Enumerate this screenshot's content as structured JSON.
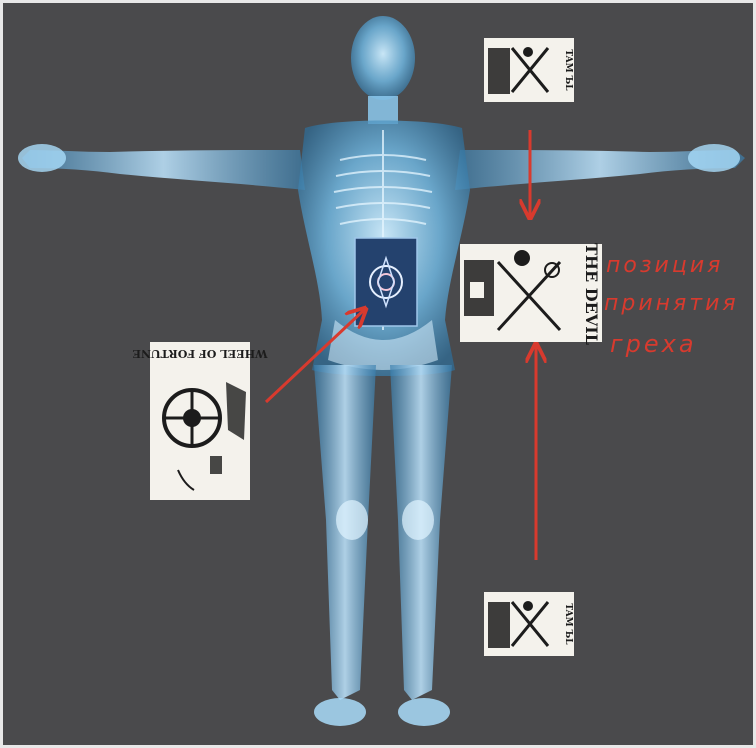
{
  "colors": {
    "background": "#4a4a4c",
    "figure_glow": "#bfe6ff",
    "figure_body": "#5aa8d6",
    "annotation_red": "#d83a2e",
    "card_paper": "#f4f2ec",
    "card_ink": "#1c1c1c",
    "central_card": "#24426e"
  },
  "annotation": {
    "lines": [
      "позиция",
      "принятия",
      "греха"
    ]
  },
  "cards": {
    "devil_label": "THE DEVIL",
    "wheel_label": "WHEEL OF FORTUNE",
    "small_label": "TAM ЪL"
  },
  "icons": [
    "human-xray-figure",
    "tarot-card-back",
    "arrow-down",
    "arrow-up",
    "arrow-diagonal"
  ]
}
